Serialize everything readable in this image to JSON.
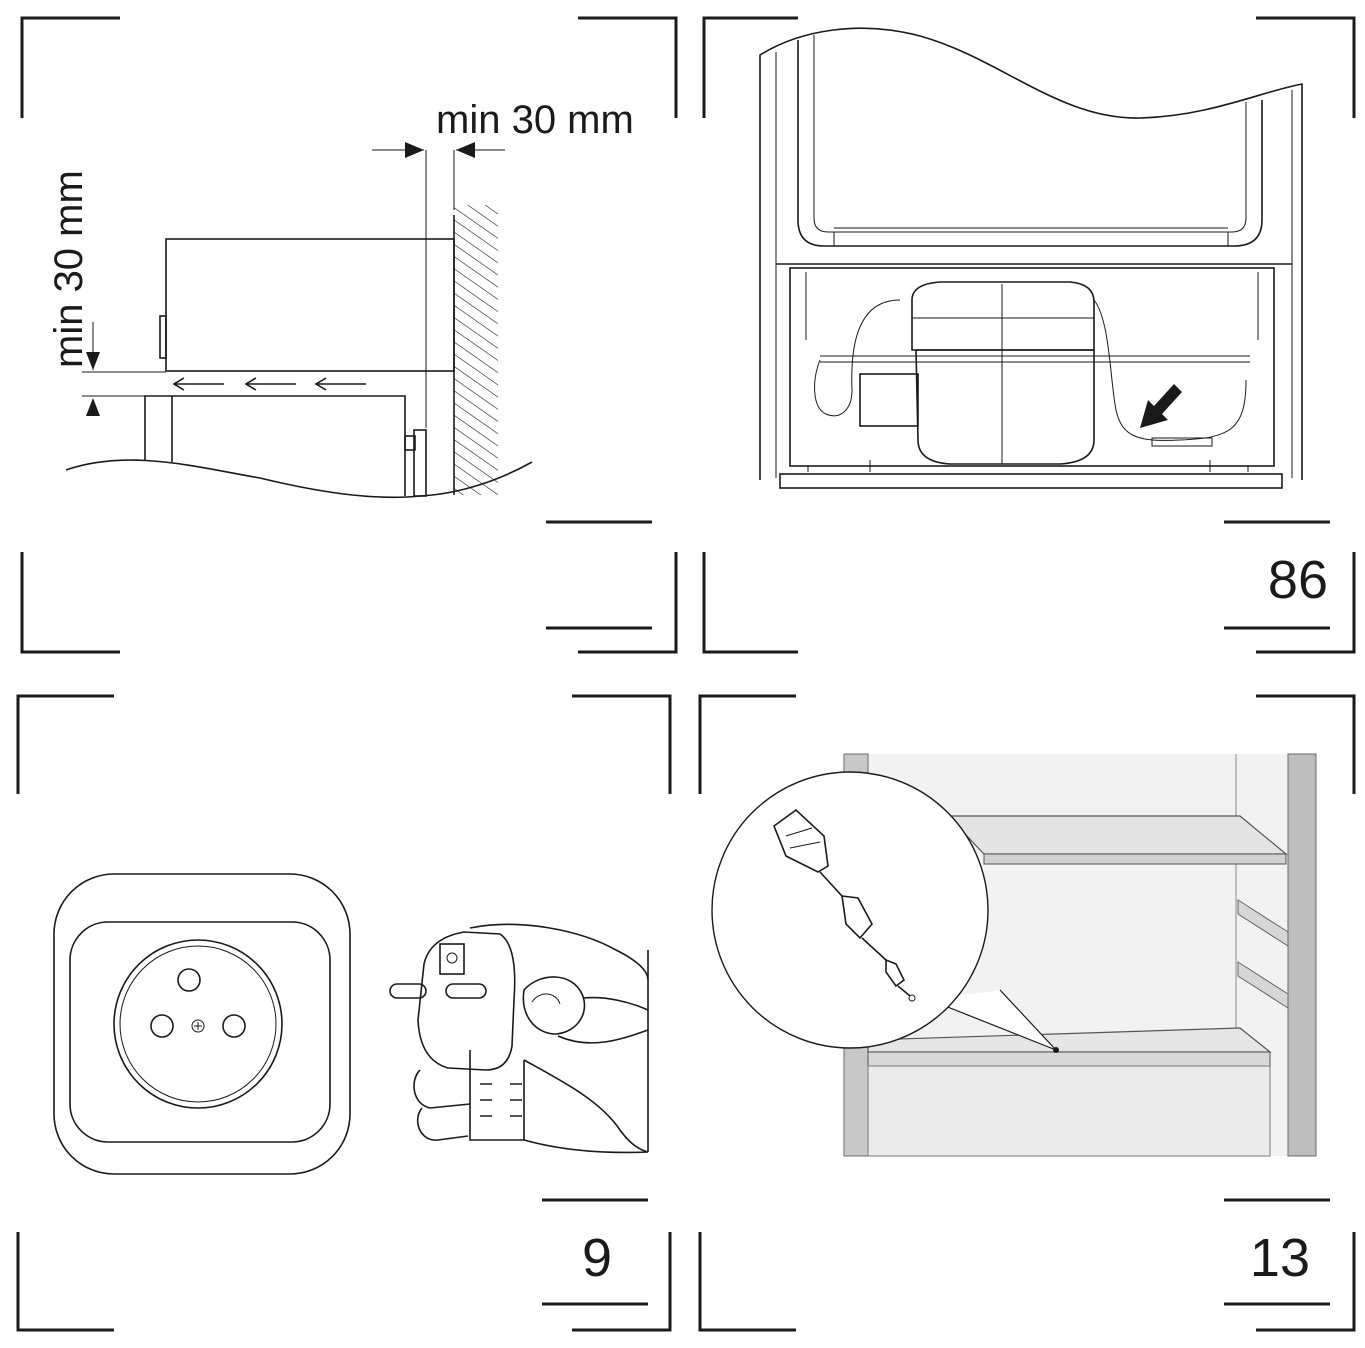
{
  "panels": {
    "clearance": {
      "dim_top_label": "min 30 mm",
      "dim_side_label": "min 30 mm"
    },
    "compressor": {
      "figure_number": "86"
    },
    "socket_plug": {
      "figure_number": "9"
    },
    "drain": {
      "figure_number": "13"
    }
  }
}
